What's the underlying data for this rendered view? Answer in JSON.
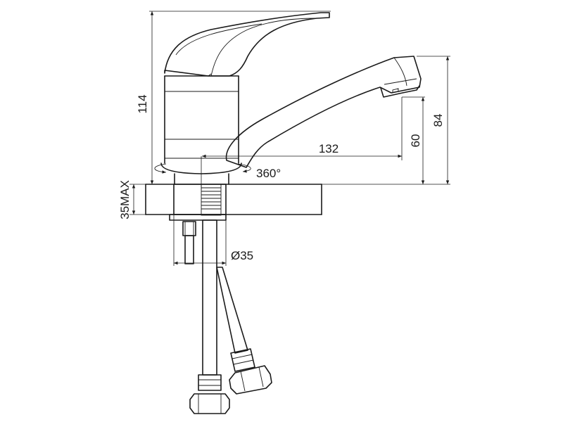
{
  "dimensions": {
    "height_total": "114",
    "spout_reach": "132",
    "outlet_height": "60",
    "spout_top_height": "84",
    "counter_thickness": "35MAX",
    "rotation": "360°",
    "hole_diameter": "Ø35"
  },
  "colors": {
    "stroke": "#1a1a1a",
    "background": "#ffffff"
  }
}
